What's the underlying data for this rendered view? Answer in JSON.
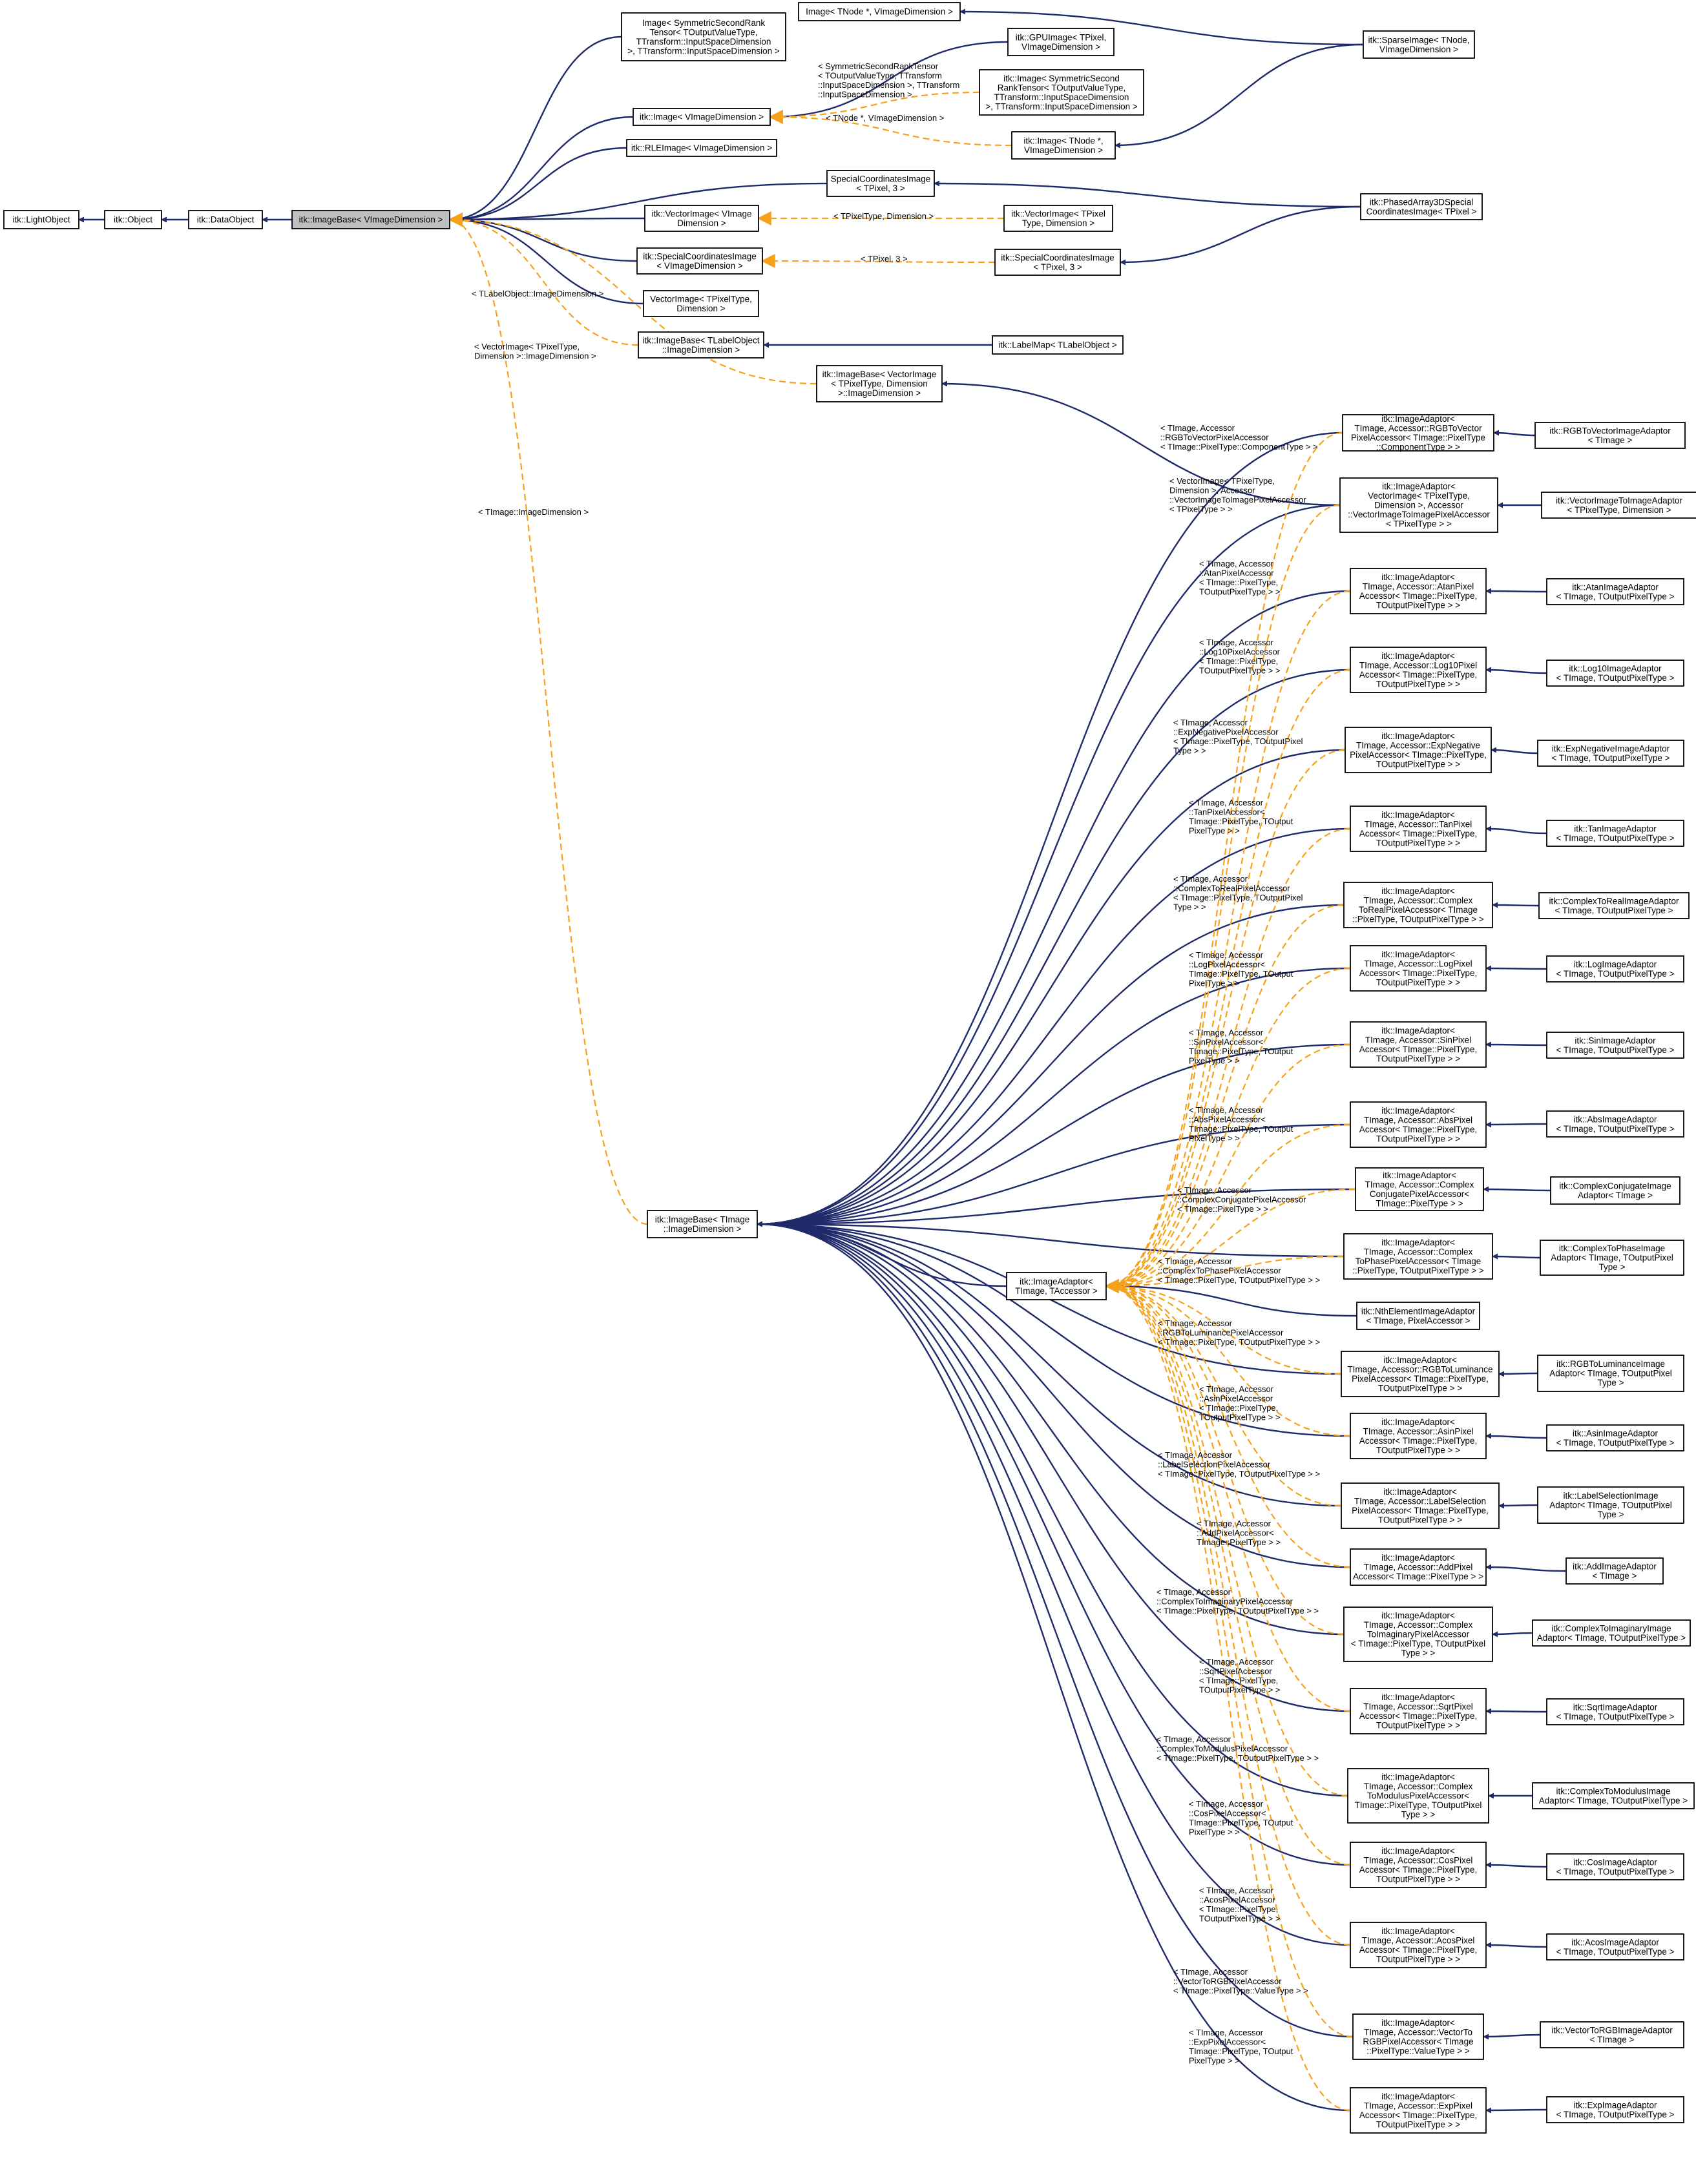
{
  "colors": {
    "inheritance_edge": "#1f2a6b",
    "template_edge": "#f5a21a",
    "focus_node_fill": "#bfbfbf",
    "node_fill": "#ffffff"
  },
  "nodes": {
    "lightobject": [
      "itk::LightObject"
    ],
    "object": [
      "itk::Object"
    ],
    "dataobject": [
      "itk::DataObject"
    ],
    "imagebase": [
      "itk::ImageBase< VImageDimension >"
    ],
    "img_sym_a": [
      "Image< SymmetricSecondRank",
      "Tensor< TOutputValueType,",
      "TTransform::InputSpaceDimension",
      ">, TTransform::InputSpaceDimension >"
    ],
    "image_tnode": [
      "Image< TNode *, VImageDimension >"
    ],
    "gpuimage": [
      "itk::GPUImage< TPixel,",
      "VImageDimension >"
    ],
    "sparseimage": [
      "itk::SparseImage< TNode,",
      "VImageDimension >"
    ],
    "itk_image": [
      "itk::Image< VImageDimension >"
    ],
    "img_sym_b": [
      "itk::Image< SymmetricSecond",
      "RankTensor< TOutputValueType,",
      "TTransform::InputSpaceDimension",
      ">, TTransform::InputSpaceDimension >"
    ],
    "itk_image_tnode": [
      "itk::Image< TNode *,",
      "VImageDimension >"
    ],
    "rleimage": [
      "itk::RLEImage< VImageDimension >"
    ],
    "special_coord": [
      "SpecialCoordinatesImage",
      "< TPixel, 3 >"
    ],
    "phased": [
      "itk::PhasedArray3DSpecial",
      "CoordinatesImage< TPixel >"
    ],
    "vectorimage_v": [
      "itk::VectorImage< VImage",
      "Dimension >"
    ],
    "vectorimage_tp": [
      "itk::VectorImage< TPixel",
      "Type, Dimension >"
    ],
    "itk_special_v": [
      "itk::SpecialCoordinatesImage",
      "< VImageDimension >"
    ],
    "itk_special_tp": [
      "itk::SpecialCoordinatesImage",
      "< TPixel, 3 >"
    ],
    "vectorimage_plain": [
      "VectorImage< TPixelType,",
      "Dimension >"
    ],
    "imagebase_label": [
      "itk::ImageBase< TLabelObject",
      "::ImageDimension >"
    ],
    "labelmap": [
      "itk::LabelMap< TLabelObject >"
    ],
    "imagebase_vector": [
      "itk::ImageBase< VectorImage",
      "< TPixelType, Dimension",
      ">::ImageDimension >"
    ],
    "imagebase_timage": [
      "itk::ImageBase< TImage",
      "::ImageDimension >"
    ],
    "imageadaptor": [
      "itk::ImageAdaptor<",
      "TImage, TAccessor >"
    ],
    "nth": [
      "itk::NthElementImageAdaptor",
      "< TImage, PixelAccessor >"
    ],
    "a_rgbvec": [
      "itk::ImageAdaptor<",
      "TImage, Accessor::RGBToVector",
      "PixelAccessor< TImage::PixelType",
      "::ComponentType > >"
    ],
    "a_vecimg": [
      "itk::ImageAdaptor<",
      "VectorImage< TPixelType,",
      "Dimension >, Accessor",
      "::VectorImageToImagePixelAccessor",
      "< TPixelType > >"
    ],
    "a_atan": [
      "itk::ImageAdaptor<",
      "TImage, Accessor::AtanPixel",
      "Accessor< TImage::PixelType,",
      "TOutputPixelType > >"
    ],
    "a_log10": [
      "itk::ImageAdaptor<",
      "TImage, Accessor::Log10Pixel",
      "Accessor< TImage::PixelType,",
      "TOutputPixelType > >"
    ],
    "a_expneg": [
      "itk::ImageAdaptor<",
      "TImage, Accessor::ExpNegative",
      "PixelAccessor< TImage::PixelType,",
      "TOutputPixelType > >"
    ],
    "a_tan": [
      "itk::ImageAdaptor<",
      "TImage, Accessor::TanPixel",
      "Accessor< TImage::PixelType,",
      "TOutputPixelType > >"
    ],
    "a_c2real": [
      "itk::ImageAdaptor<",
      "TImage, Accessor::Complex",
      "ToRealPixelAccessor< TImage",
      "::PixelType, TOutputPixelType > >"
    ],
    "a_log": [
      "itk::ImageAdaptor<",
      "TImage, Accessor::LogPixel",
      "Accessor< TImage::PixelType,",
      "TOutputPixelType > >"
    ],
    "a_sin": [
      "itk::ImageAdaptor<",
      "TImage, Accessor::SinPixel",
      "Accessor< TImage::PixelType,",
      "TOutputPixelType > >"
    ],
    "a_abs": [
      "itk::ImageAdaptor<",
      "TImage, Accessor::AbsPixel",
      "Accessor< TImage::PixelType,",
      "TOutputPixelType > >"
    ],
    "a_cconj": [
      "itk::ImageAdaptor<",
      "TImage, Accessor::Complex",
      "ConjugatePixelAccessor<",
      "TImage::PixelType > >"
    ],
    "a_c2phase": [
      "itk::ImageAdaptor<",
      "TImage, Accessor::Complex",
      "ToPhasePixelAccessor< TImage",
      "::PixelType, TOutputPixelType > >"
    ],
    "a_rgblum": [
      "itk::ImageAdaptor<",
      "TImage, Accessor::RGBToLuminance",
      "PixelAccessor< TImage::PixelType,",
      "TOutputPixelType > >"
    ],
    "a_asin": [
      "itk::ImageAdaptor<",
      "TImage, Accessor::AsinPixel",
      "Accessor< TImage::PixelType,",
      "TOutputPixelType > >"
    ],
    "a_labelsel": [
      "itk::ImageAdaptor<",
      "TImage, Accessor::LabelSelection",
      "PixelAccessor< TImage::PixelType,",
      "TOutputPixelType > >"
    ],
    "a_add": [
      "itk::ImageAdaptor<",
      "TImage, Accessor::AddPixel",
      "Accessor< TImage::PixelType > >"
    ],
    "a_c2imag": [
      "itk::ImageAdaptor<",
      "TImage, Accessor::Complex",
      "ToImaginaryPixelAccessor",
      "< TImage::PixelType, TOutputPixel",
      "Type > >"
    ],
    "a_sqrt": [
      "itk::ImageAdaptor<",
      "TImage, Accessor::SqrtPixel",
      "Accessor< TImage::PixelType,",
      "TOutputPixelType > >"
    ],
    "a_c2mod": [
      "itk::ImageAdaptor<",
      "TImage, Accessor::Complex",
      "ToModulusPixelAccessor<",
      "TImage::PixelType, TOutputPixel",
      "Type > >"
    ],
    "a_cos": [
      "itk::ImageAdaptor<",
      "TImage, Accessor::CosPixel",
      "Accessor< TImage::PixelType,",
      "TOutputPixelType > >"
    ],
    "a_acos": [
      "itk::ImageAdaptor<",
      "TImage, Accessor::AcosPixel",
      "Accessor< TImage::PixelType,",
      "TOutputPixelType > >"
    ],
    "a_vec2rgb": [
      "itk::ImageAdaptor<",
      "TImage, Accessor::VectorTo",
      "RGBPixelAccessor< TImage",
      "::PixelType::ValueType > >"
    ],
    "a_exp": [
      "itk::ImageAdaptor<",
      "TImage, Accessor::ExpPixel",
      "Accessor< TImage::PixelType,",
      "TOutputPixelType > >"
    ],
    "f_rgbvec": [
      "itk::RGBToVectorImageAdaptor",
      "< TImage >"
    ],
    "f_vecimg": [
      "itk::VectorImageToImageAdaptor",
      "< TPixelType, Dimension >"
    ],
    "f_atan": [
      "itk::AtanImageAdaptor",
      "< TImage, TOutputPixelType >"
    ],
    "f_log10": [
      "itk::Log10ImageAdaptor",
      "< TImage, TOutputPixelType >"
    ],
    "f_expneg": [
      "itk::ExpNegativeImageAdaptor",
      "< TImage, TOutputPixelType >"
    ],
    "f_tan": [
      "itk::TanImageAdaptor",
      "< TImage, TOutputPixelType >"
    ],
    "f_c2real": [
      "itk::ComplexToRealImageAdaptor",
      "< TImage, TOutputPixelType >"
    ],
    "f_log": [
      "itk::LogImageAdaptor",
      "< TImage, TOutputPixelType >"
    ],
    "f_sin": [
      "itk::SinImageAdaptor",
      "< TImage, TOutputPixelType >"
    ],
    "f_abs": [
      "itk::AbsImageAdaptor",
      "< TImage, TOutputPixelType >"
    ],
    "f_cconj": [
      "itk::ComplexConjugateImage",
      "Adaptor< TImage >"
    ],
    "f_c2phase": [
      "itk::ComplexToPhaseImage",
      "Adaptor< TImage, TOutputPixel",
      "Type >"
    ],
    "f_rgblum": [
      "itk::RGBToLuminanceImage",
      "Adaptor< TImage, TOutputPixel",
      "Type >"
    ],
    "f_asin": [
      "itk::AsinImageAdaptor",
      "< TImage, TOutputPixelType >"
    ],
    "f_labelsel": [
      "itk::LabelSelectionImage",
      "Adaptor< TImage, TOutputPixel",
      "Type >"
    ],
    "f_add": [
      "itk::AddImageAdaptor",
      "< TImage >"
    ],
    "f_c2imag": [
      "itk::ComplexToImaginaryImage",
      "Adaptor< TImage, TOutputPixelType >"
    ],
    "f_sqrt": [
      "itk::SqrtImageAdaptor",
      "< TImage, TOutputPixelType >"
    ],
    "f_c2mod": [
      "itk::ComplexToModulusImage",
      "Adaptor< TImage, TOutputPixelType >"
    ],
    "f_cos": [
      "itk::CosImageAdaptor",
      "< TImage, TOutputPixelType >"
    ],
    "f_acos": [
      "itk::AcosImageAdaptor",
      "< TImage, TOutputPixelType >"
    ],
    "f_vec2rgb": [
      "itk::VectorToRGBImageAdaptor",
      "< TImage >"
    ],
    "f_exp": [
      "itk::ExpImageAdaptor",
      "< TImage, TOutputPixelType >"
    ]
  },
  "edge_labels": {
    "img_sym_b": [
      "< SymmetricSecondRankTensor",
      "< TOutputValueType, TTransform",
      "::InputSpaceDimension >, TTransform",
      "::InputSpaceDimension >"
    ],
    "itk_image_tnode": [
      "< TNode *, VImageDimension >"
    ],
    "vectorimage_tp": [
      "< TPixelType, Dimension >"
    ],
    "itk_special_tp": [
      "< TPixel, 3 >"
    ],
    "imagebase_label": [
      "< TLabelObject::ImageDimension >"
    ],
    "imagebase_vector": [
      "< VectorImage< TPixelType,",
      "Dimension >::ImageDimension >"
    ],
    "imagebase_timage": [
      "< TImage::ImageDimension >"
    ],
    "a_rgbvec": [
      "< TImage, Accessor",
      "::RGBToVectorPixelAccessor",
      "< TImage::PixelType::ComponentType > >"
    ],
    "a_vecimg": [
      "< VectorImage< TPixelType,",
      "Dimension >, Accessor",
      "::VectorImageToImagePixelAccessor",
      "< TPixelType > >"
    ],
    "a_atan": [
      "< TImage, Accessor",
      "::AtanPixelAccessor",
      "< TImage::PixelType,",
      "TOutputPixelType > >"
    ],
    "a_log10": [
      "< TImage, Accessor",
      "::Log10PixelAccessor",
      "< TImage::PixelType,",
      "TOutputPixelType > >"
    ],
    "a_expneg": [
      "< TImage, Accessor",
      "::ExpNegativePixelAccessor",
      "< TImage::PixelType, TOutputPixel",
      "Type > >"
    ],
    "a_tan": [
      "< TImage, Accessor",
      "::TanPixelAccessor<",
      "TImage::PixelType, TOutput",
      "PixelType > >"
    ],
    "a_c2real": [
      "< TImage, Accessor",
      "::ComplexToRealPixelAccessor",
      "< TImage::PixelType, TOutputPixel",
      "Type > >"
    ],
    "a_log": [
      "< TImage, Accessor",
      "::LogPixelAccessor<",
      "TImage::PixelType, TOutput",
      "PixelType > >"
    ],
    "a_sin": [
      "< TImage, Accessor",
      "::SinPixelAccessor<",
      "TImage::PixelType, TOutput",
      "PixelType > >"
    ],
    "a_abs": [
      "< TImage, Accessor",
      "::AbsPixelAccessor<",
      "TImage::PixelType, TOutput",
      "PixelType > >"
    ],
    "a_cconj": [
      "< TImage, Accessor",
      "::ComplexConjugatePixelAccessor",
      "< TImage::PixelType > >"
    ],
    "a_c2phase": [
      "< TImage, Accessor",
      "::ComplexToPhasePixelAccessor",
      "< TImage::PixelType, TOutputPixelType > >"
    ],
    "a_rgblum": [
      "< TImage, Accessor",
      "::RGBToLuminancePixelAccessor",
      "< TImage::PixelType, TOutputPixelType > >"
    ],
    "a_asin": [
      "< TImage, Accessor",
      "::AsinPixelAccessor",
      "< TImage::PixelType,",
      "TOutputPixelType > >"
    ],
    "a_labelsel": [
      "< TImage, Accessor",
      "::LabelSelectionPixelAccessor",
      "< TImage::PixelType, TOutputPixelType > >"
    ],
    "a_add": [
      "< TImage, Accessor",
      "::AddPixelAccessor<",
      "TImage::PixelType > >"
    ],
    "a_c2imag": [
      "< TImage, Accessor",
      "::ComplexToImaginaryPixelAccessor",
      "< TImage::PixelType, TOutputPixelType > >"
    ],
    "a_sqrt": [
      "< TImage, Accessor",
      "::SqrtPixelAccessor",
      "< TImage::PixelType,",
      "TOutputPixelType > >"
    ],
    "a_c2mod": [
      "< TImage, Accessor",
      "::ComplexToModulusPixelAccessor",
      "< TImage::PixelType, TOutputPixelType > >"
    ],
    "a_cos": [
      "< TImage, Accessor",
      "::CosPixelAccessor<",
      "TImage::PixelType, TOutput",
      "PixelType > >"
    ],
    "a_acos": [
      "< TImage, Accessor",
      "::AcosPixelAccessor",
      "< TImage::PixelType,",
      "TOutputPixelType > >"
    ],
    "a_vec2rgb": [
      "< TImage, Accessor",
      "::VectorToRGBPixelAccessor",
      "< TImage::PixelType::ValueType > >"
    ],
    "a_exp": [
      "< TImage, Accessor",
      "::ExpPixelAccessor<",
      "TImage::PixelType, TOutput",
      "PixelType > >"
    ]
  }
}
